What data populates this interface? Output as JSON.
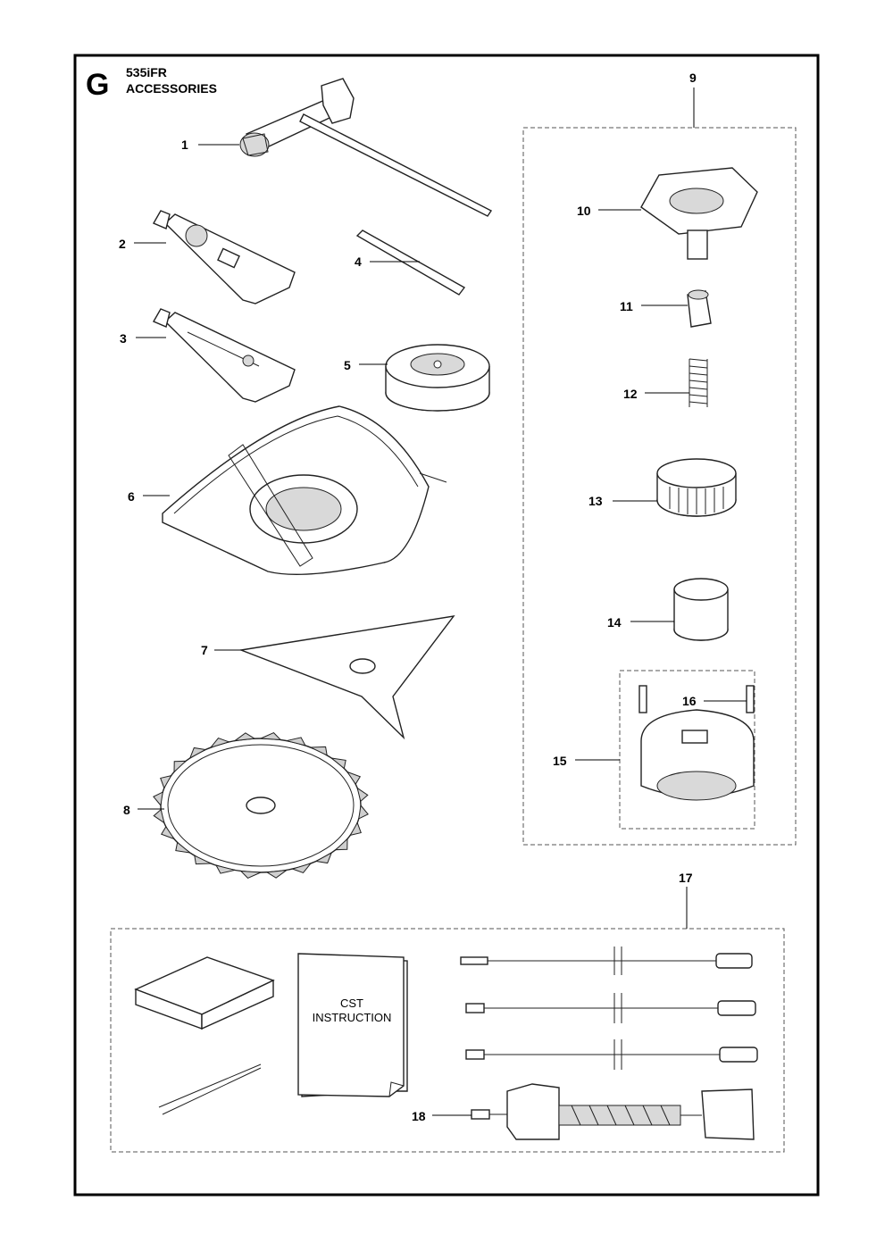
{
  "header": {
    "section_letter": "G",
    "model": "535iFR",
    "title": "ACCESSORIES"
  },
  "callouts": {
    "c1": "1",
    "c2": "2",
    "c3": "3",
    "c4": "4",
    "c5": "5",
    "c6": "6",
    "c7": "7",
    "c8": "8",
    "c9": "9",
    "c10": "10",
    "c11": "11",
    "c12": "12",
    "c13": "13",
    "c14": "14",
    "c15": "15",
    "c16": "16",
    "c17": "17",
    "c18": "18"
  },
  "manual": {
    "line1": "CST",
    "line2": "INSTRUCTION"
  },
  "icons": [
    "wrench-icon",
    "grease-tube-icon",
    "pin-icon",
    "spool-icon",
    "blade-guard-icon",
    "grass-blade-icon",
    "saw-blade-icon",
    "trimmer-head-icon",
    "cable-icon",
    "tweezers-icon",
    "manual-icon"
  ]
}
